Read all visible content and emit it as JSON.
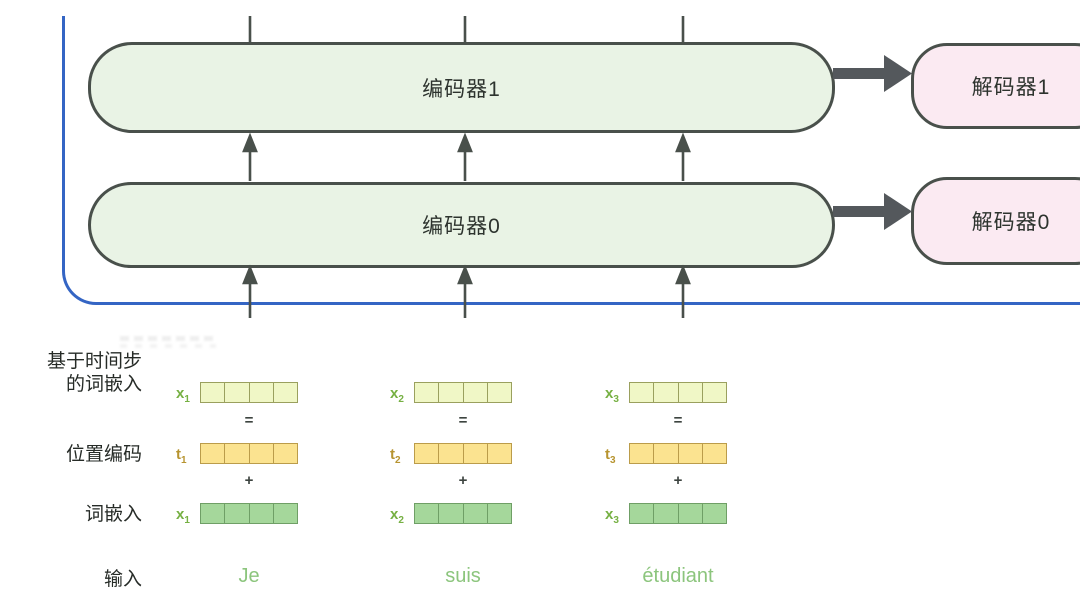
{
  "title": "Transformer encoder-decoder input embedding diagram",
  "colors": {
    "encoder_fill": "#e9f3e5",
    "decoder_fill": "#fbeaf2",
    "box_border": "#49504b",
    "blue_line": "#3465c4",
    "thin_arrow": "#49504b",
    "thick_arrow": "#54585c",
    "row_timestep_fill": "#f0f7c6",
    "row_timestep_border": "#9aa05e",
    "row_positional_fill": "#fbe390",
    "row_positional_border": "#bb9c4a",
    "row_wordembed_fill": "#a5d79b",
    "row_wordembed_border": "#6f9f66",
    "x_label_color": "#76b043",
    "t_label_color": "#b79430",
    "word_color": "#8cc57d"
  },
  "encoders": [
    {
      "label": "编码器1"
    },
    {
      "label": "编码器0"
    }
  ],
  "decoders": [
    {
      "label": "解码器1"
    },
    {
      "label": "解码器0"
    }
  ],
  "left_labels": {
    "timestep_line1": "基于时间步",
    "timestep_line2": "的词嵌入",
    "positional_encoding": "位置编码",
    "word_embedding": "词嵌入",
    "input": "输入"
  },
  "operators": {
    "equals": "=",
    "plus": "+"
  },
  "cells_per_vector": 4,
  "columns": [
    {
      "x_base": "x",
      "x_sub": "1",
      "t_base": "t",
      "t_sub": "1",
      "word": "Je"
    },
    {
      "x_base": "x",
      "x_sub": "2",
      "t_base": "t",
      "t_sub": "2",
      "word": "suis"
    },
    {
      "x_base": "x",
      "x_sub": "3",
      "t_base": "t",
      "t_sub": "3",
      "word": "étudiant"
    }
  ]
}
